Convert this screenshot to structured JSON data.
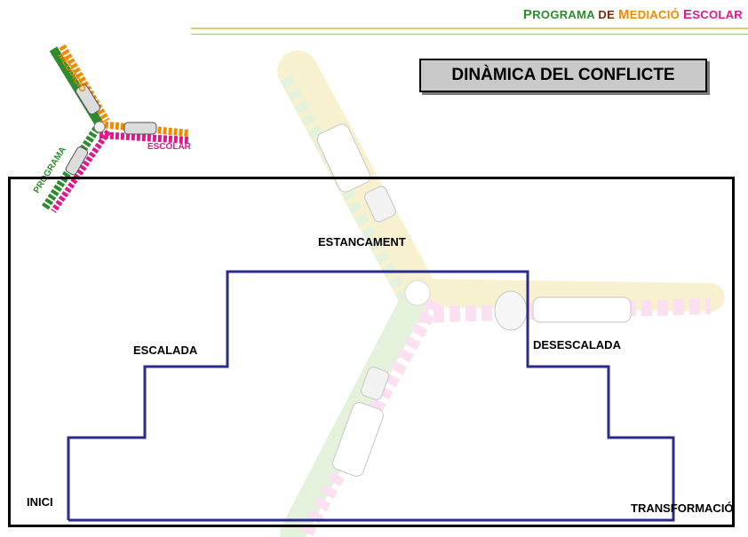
{
  "header": {
    "programa_initial": "P",
    "programa_rest": "ROGRAMA",
    "de": "DE",
    "mediacio_initial": "M",
    "mediacio_rest": "EDIACIÓ",
    "escolar_initial": "E",
    "escolar_rest": "SCOLAR"
  },
  "logo": {
    "mediacio": "MEDIACIÓ",
    "programa": "PROGRAMA",
    "escolar": "ESCOLAR"
  },
  "title": "DINÀMICA DEL CONFLICTE",
  "stages": {
    "inici": "INICI",
    "escalada": "ESCALADA",
    "estancament": "ESTANCAMENT",
    "desescalada": "DESESCALADA",
    "transformacio": "TRANSFORMACIÓ"
  },
  "colors": {
    "green": "#2e8b2e",
    "orange": "#f08a00",
    "magenta": "#e0198a",
    "line": "#2b2b8c",
    "title_bg": "#c9c9c9"
  }
}
